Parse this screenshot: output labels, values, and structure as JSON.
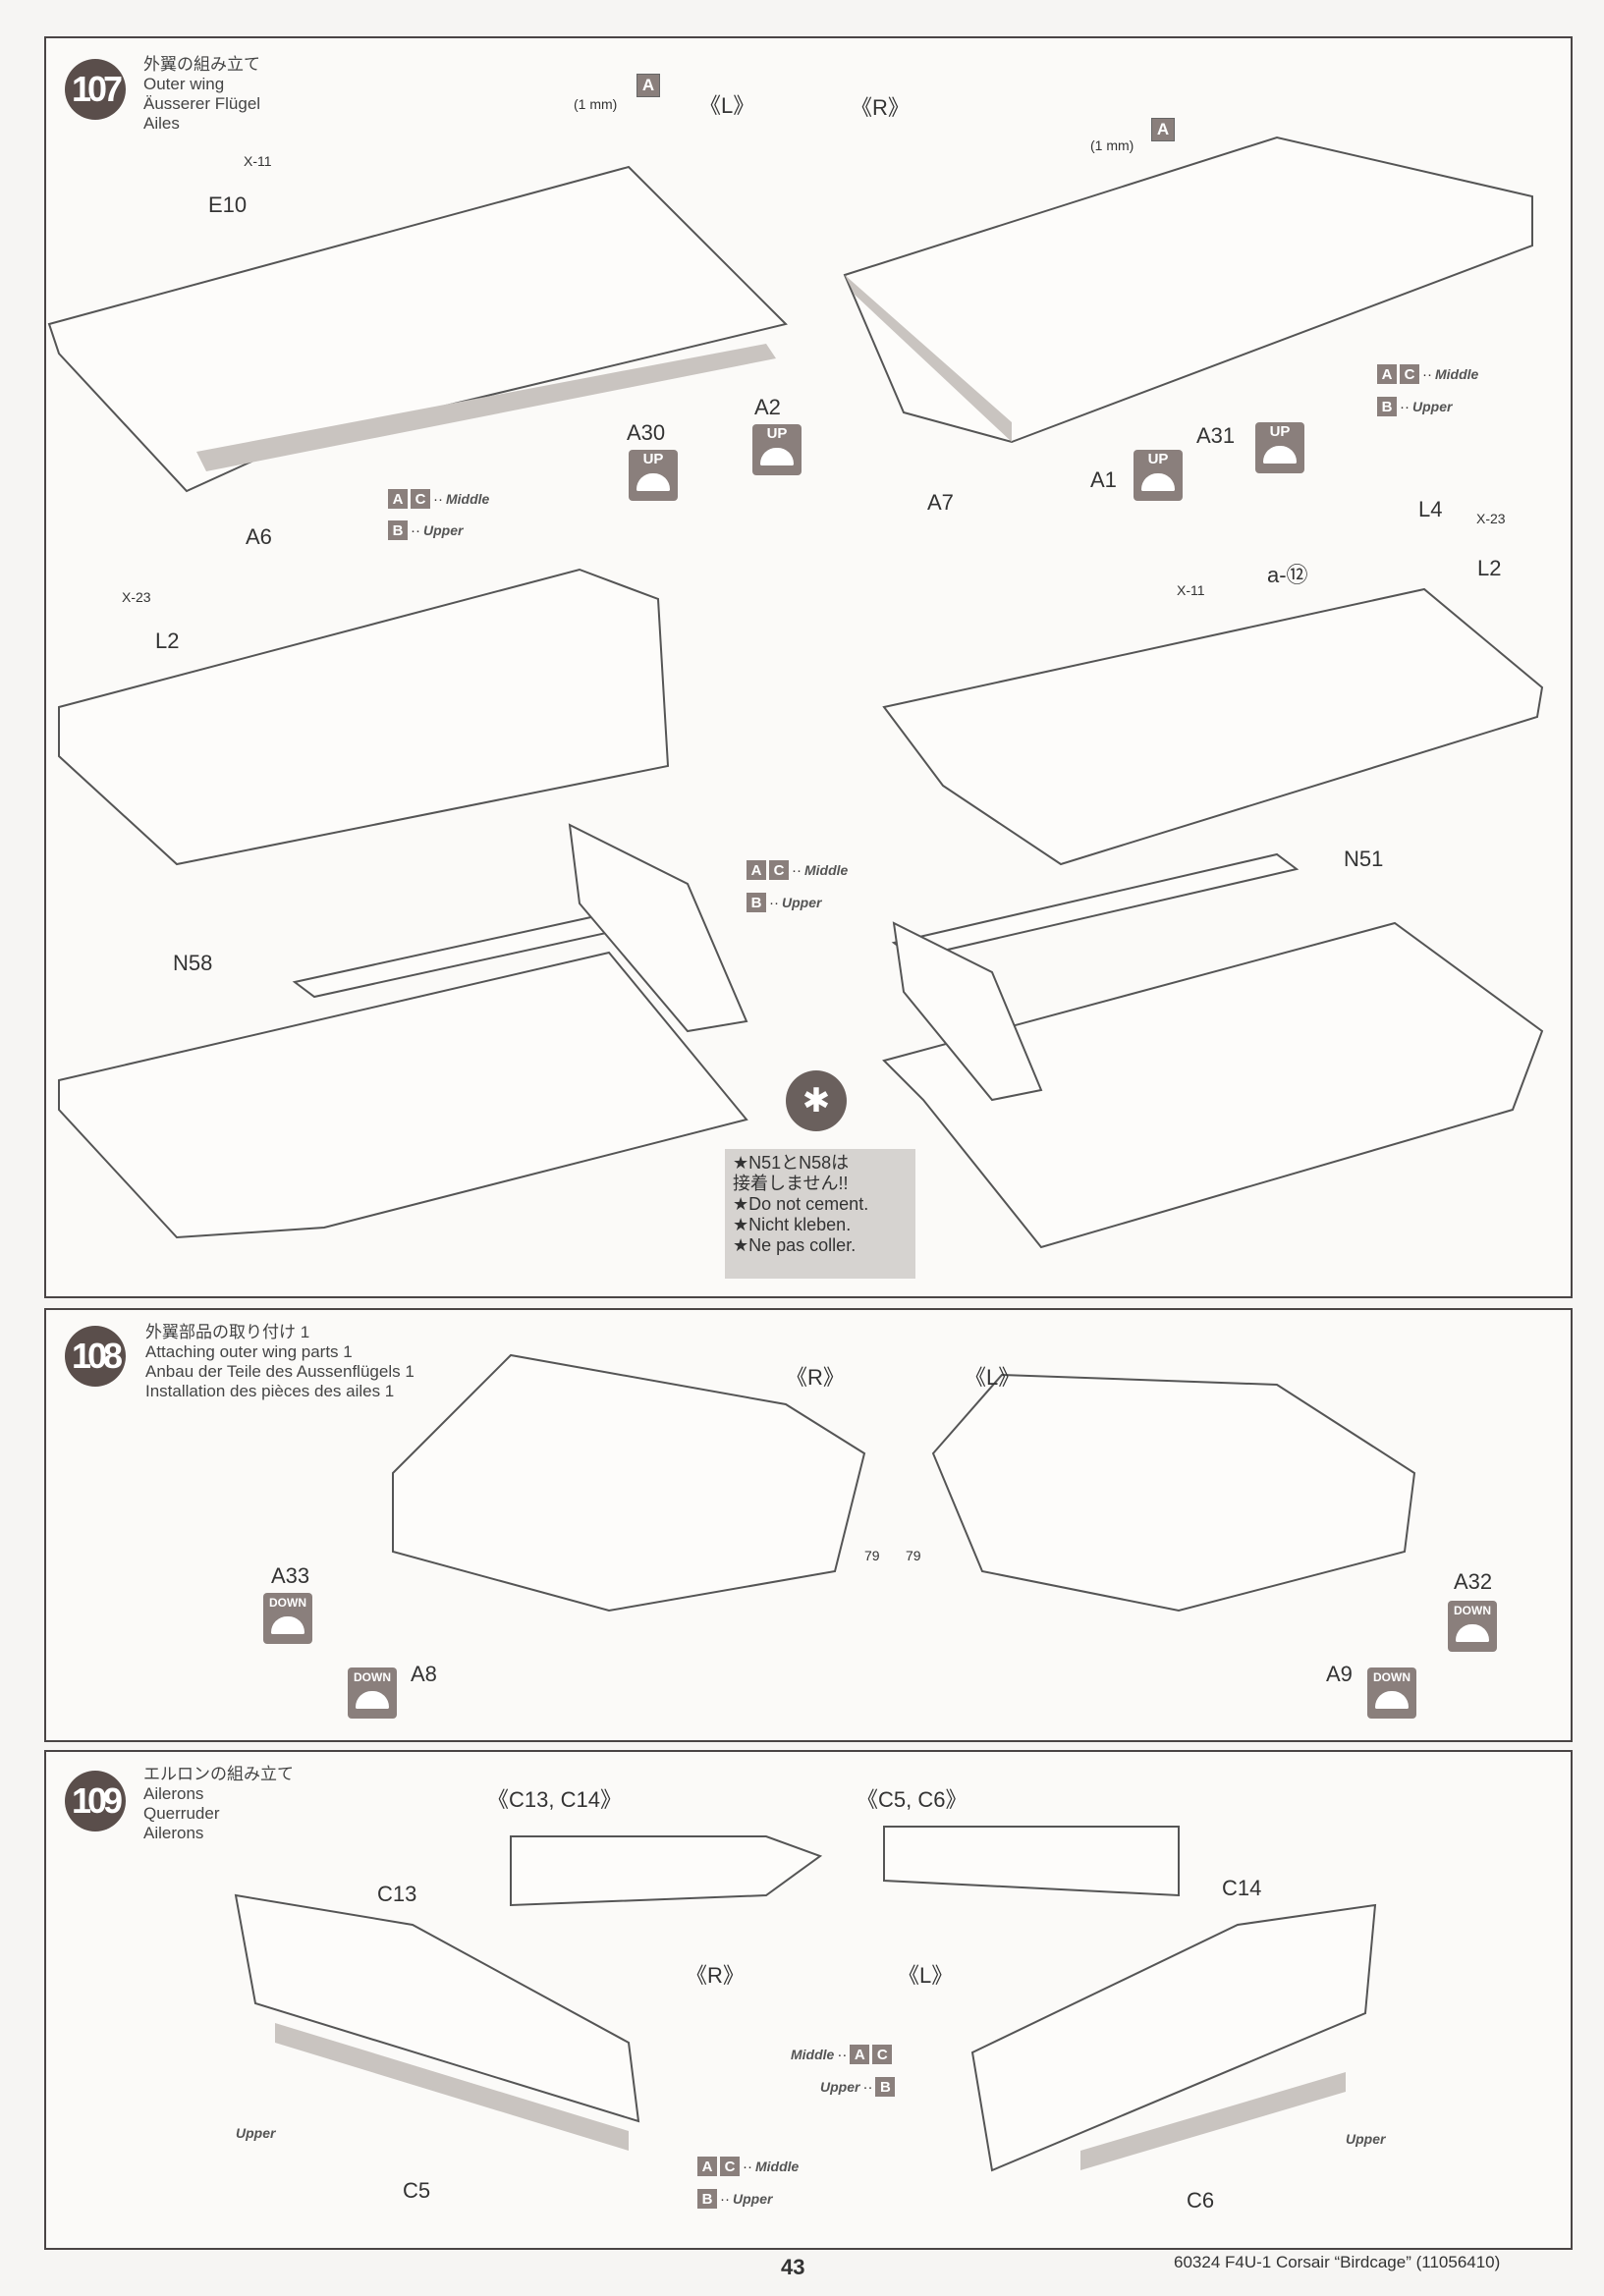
{
  "steps": [
    {
      "number": "107",
      "title_ja": "外翼の組み立て",
      "title_en": "Outer wing",
      "title_de": "Äusserer Flügel",
      "title_fr": "Ailes"
    },
    {
      "number": "108",
      "title_ja": "外翼部品の取り付け 1",
      "title_en": "Attaching outer wing parts 1",
      "title_de": "Anbau der Teile des Aussenflügels 1",
      "title_fr": "Installation des pièces des ailes 1"
    },
    {
      "number": "109",
      "title_ja": "エルロンの組み立て",
      "title_en": "Ailerons",
      "title_de": "Querruder",
      "title_fr": "Ailerons"
    }
  ],
  "step107": {
    "left": "《L》",
    "right": "《R》",
    "drill": "(1 mm)",
    "paint_a": "A",
    "parts": {
      "x11": "X-11",
      "e10": "E10",
      "a30": "A30",
      "a2": "A2",
      "a6": "A6",
      "a7": "A7",
      "a1": "A1",
      "a31": "A31",
      "l4": "L4",
      "x23": "X-23",
      "l2": "L2",
      "a12": "a-⑫",
      "n58": "N58",
      "n51": "N51"
    },
    "up": "UP",
    "legend": {
      "a": "A",
      "c": "C",
      "middle": "Middle",
      "b": "B",
      "upper": "Upper",
      "dots": "··"
    },
    "note": [
      "★N51とN58は",
      "接着しません!!",
      "★Do not cement.",
      "★Nicht kleben.",
      "★Ne pas coller."
    ]
  },
  "step108": {
    "right": "《R》",
    "left": "《L》",
    "a33": "A33",
    "a32": "A32",
    "a8": "A8",
    "a9": "A9",
    "down": "DOWN",
    "ref": "79"
  },
  "step109": {
    "c13c14": "《C13, C14》",
    "c5c6": "《C5, C6》",
    "r": "《R》",
    "l": "《L》",
    "c13": "C13",
    "c14": "C14",
    "c5": "C5",
    "c6": "C6",
    "upper": "Upper"
  },
  "footer": {
    "page": "43",
    "product": "60324  F4U-1 Corsair “Birdcage” (11056410)"
  }
}
